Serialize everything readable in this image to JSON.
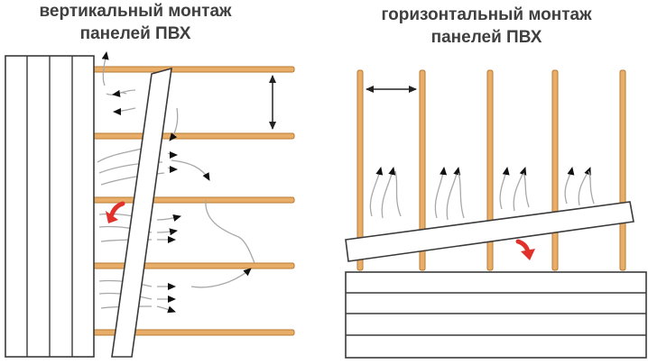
{
  "left_panel": {
    "title_line1": "вертикальный монтаж",
    "title_line2": "панелей ПВХ"
  },
  "right_panel": {
    "title_line1": "горизонтальный монтаж",
    "title_line2": "панелей ПВХ"
  },
  "colors": {
    "batten_fill": "#e9ad6a",
    "batten_stroke": "#b67a2f",
    "panel_fill": "#ffffff",
    "panel_stroke": "#3a3a3a",
    "airflow_line": "#a8a8a8",
    "arrowhead": "#111111",
    "accent_arrow": "#e0322b",
    "dimension_line": "#222222"
  },
  "icons": {
    "airflow": "black-triangle-arrowhead",
    "direction": "red-curved-arrow",
    "dimension": "double-headed-arrow"
  }
}
